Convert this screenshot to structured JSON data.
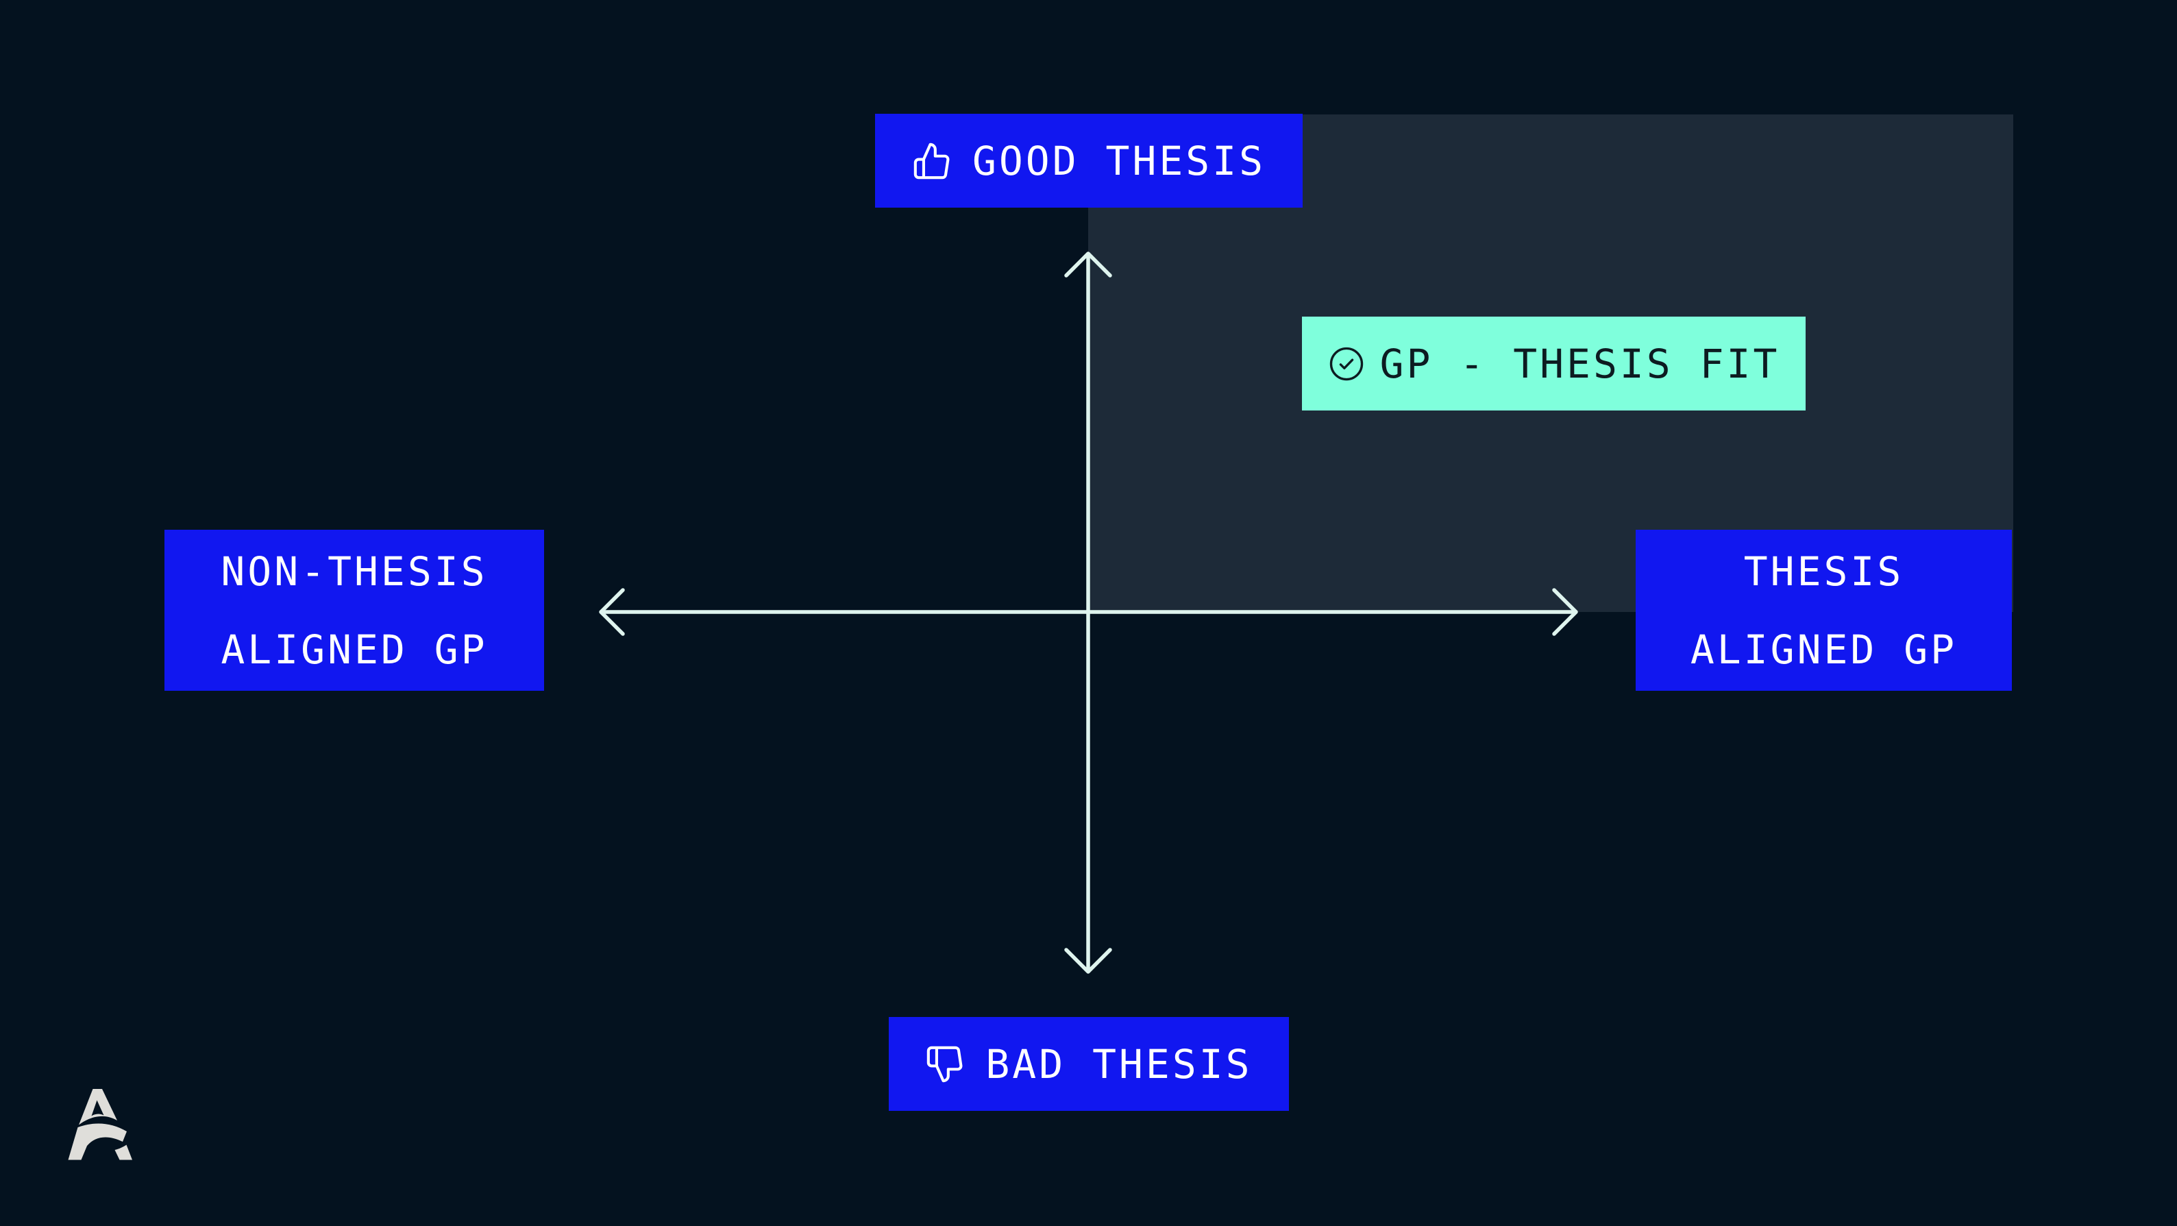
{
  "colors": {
    "background": "#04121F",
    "quadrant": "#1D2A38",
    "axis": "#DFF4EE",
    "label_bg": "#1117F0",
    "label_text": "#FFFFFF",
    "fit_bg": "#7FFFDC",
    "fit_text": "#0D1B21",
    "logo": "#DFDEDA"
  },
  "diagram": {
    "type": "2x2-quadrant",
    "highlight_quadrant": "top-right",
    "labels": {
      "top": "GOOD THESIS",
      "bottom": "BAD THESIS",
      "left": [
        "NON-THESIS",
        "ALIGNED GP"
      ],
      "right": [
        "THESIS",
        "ALIGNED GP"
      ],
      "highlight": "GP - THESIS FIT"
    },
    "icons": {
      "top": "thumbs-up-icon",
      "bottom": "thumbs-down-icon",
      "highlight": "check-circle-icon",
      "brand": "a-mark-logo"
    }
  }
}
